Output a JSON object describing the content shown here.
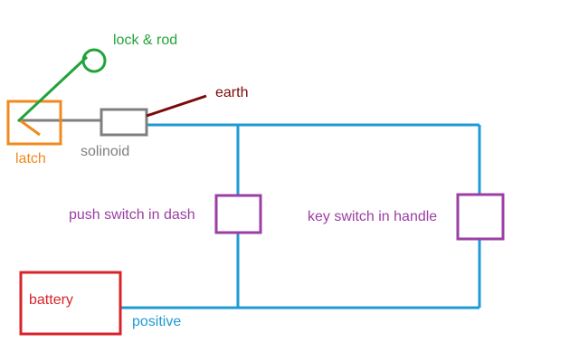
{
  "labels": {
    "lock_rod": "lock & rod",
    "earth": "earth",
    "latch": "latch",
    "solenoid": "solinoid",
    "push_switch": "push switch in dash",
    "key_switch": "key switch in handle",
    "battery": "battery",
    "positive": "positive"
  },
  "colors": {
    "lock_rod": "#22a33a",
    "earth": "#7a0a0a",
    "latch": "#f08a1f",
    "solenoid": "#7f7f7f",
    "wire": "#1f9ad6",
    "switch": "#9b3fa4",
    "battery": "#d9232a"
  }
}
